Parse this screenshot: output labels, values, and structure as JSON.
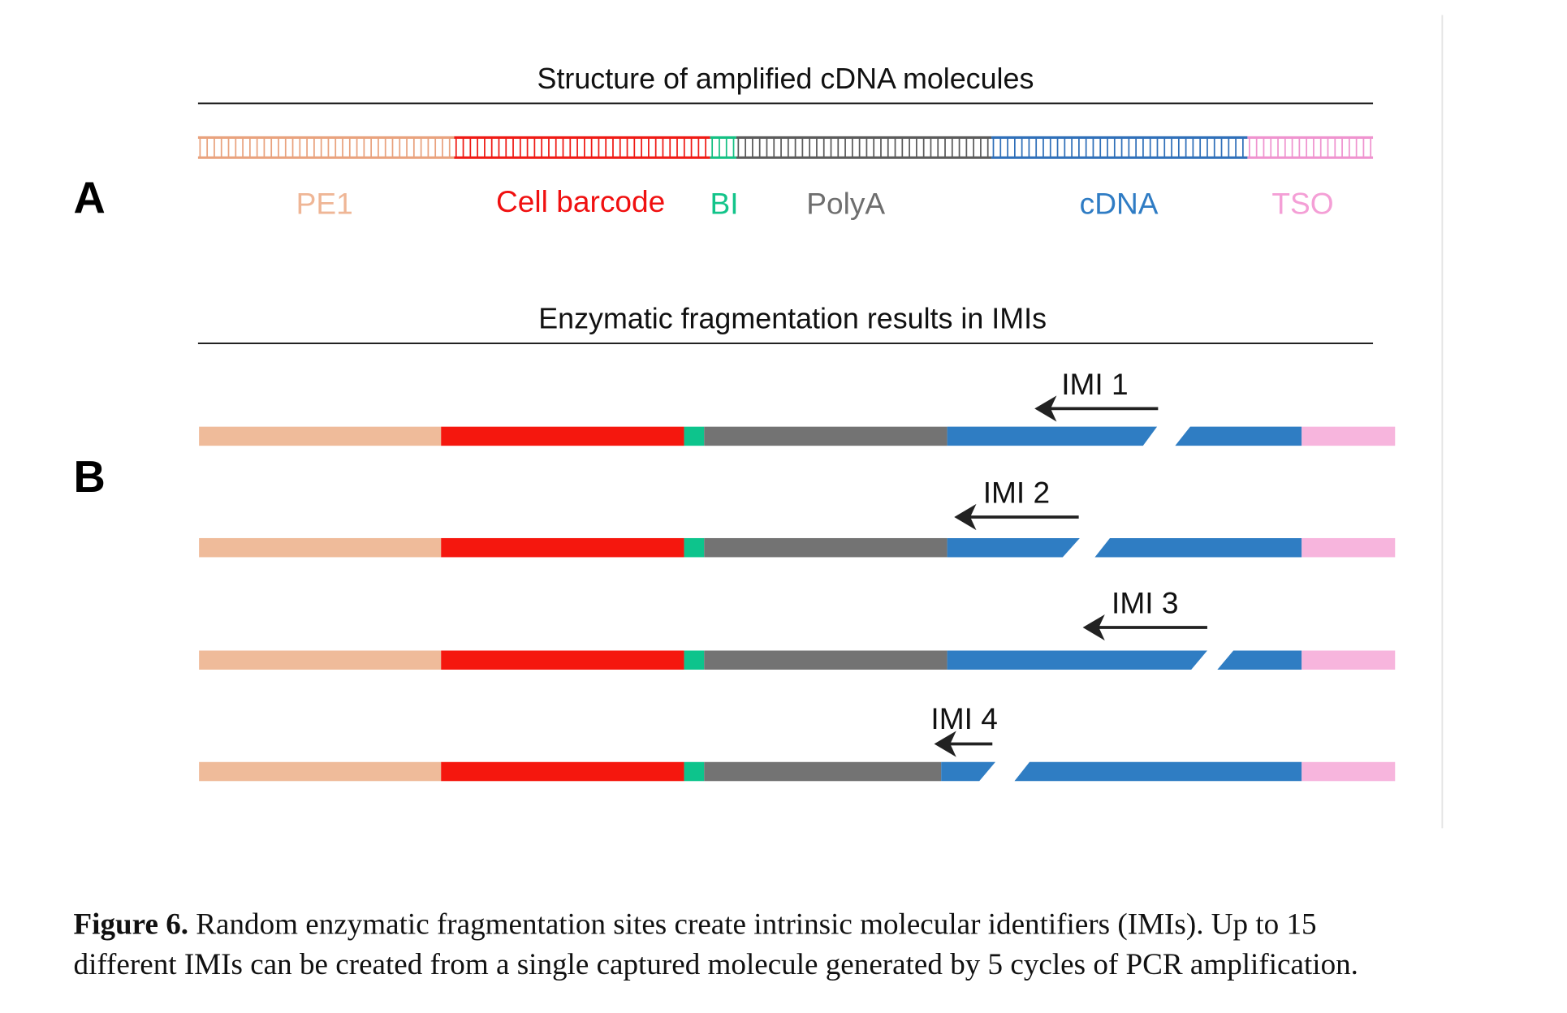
{
  "panel_a": {
    "letter": "A",
    "title": "Structure of amplified cDNA molecules",
    "segments": [
      {
        "label": "PE1",
        "color": "#e9a27d",
        "text_color": "#efb696"
      },
      {
        "label": "Cell barcode",
        "color": "#ef1a14",
        "text_color": "#f01010"
      },
      {
        "label": "BI",
        "color": "#14c083",
        "text_color": "#12c48a"
      },
      {
        "label": "PolyA",
        "color": "#5a5a5a",
        "text_color": "#6e6e6e"
      },
      {
        "label": "cDNA",
        "color": "#2f6fb9",
        "text_color": "#2f7cc4"
      },
      {
        "label": "TSO",
        "color": "#ef93cf",
        "text_color": "#f49fd6"
      }
    ]
  },
  "panel_b": {
    "letter": "B",
    "title": "Enzymatic fragmentation results in IMIs",
    "colors": {
      "pe1": "#efbb9a",
      "barcode": "#f5170e",
      "bi": "#0dc48c",
      "polya": "#737373",
      "cdna": "#2f7dc3",
      "tso": "#f7b5dd"
    },
    "imis": [
      {
        "label": "IMI 1"
      },
      {
        "label": "IMI 2"
      },
      {
        "label": "IMI 3"
      },
      {
        "label": "IMI 4"
      }
    ]
  },
  "caption": {
    "figure_label": "Figure 6.",
    "line1": " Random enzymatic fragmentation sites create intrinsic molecular identifiers (IMIs). Up to 15",
    "line2": "different IMIs can be created from a single captured molecule generated by 5 cycles of PCR amplification."
  }
}
